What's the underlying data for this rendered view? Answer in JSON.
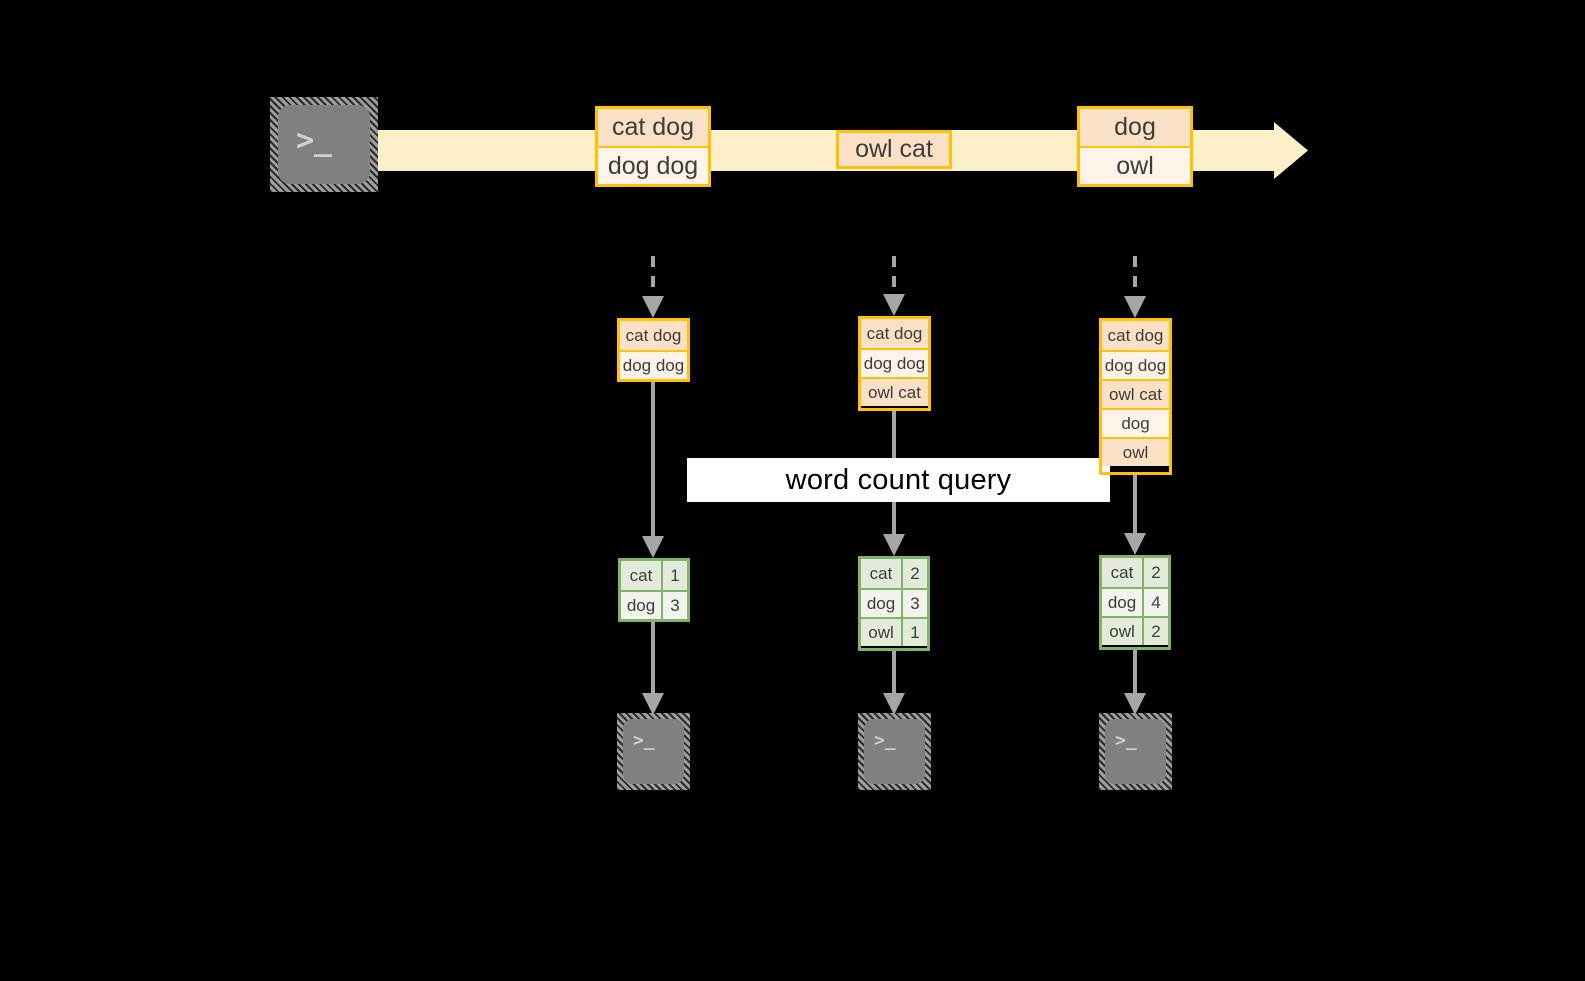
{
  "diagram": {
    "title": "word count query",
    "colors": {
      "background": "#000000",
      "stream_band": "#fdf0c9",
      "record_border": "#ffc107",
      "record_fill_dark": "#fae0c4",
      "record_fill_light": "#fdf3e8",
      "result_border": "#82b366",
      "result_fill_dark": "#e2ead9",
      "result_fill_light": "#f0f4ec",
      "connector": "#a6a6a6",
      "terminal_body": "#808080",
      "label_band": "#ffffff",
      "text": "#3d3d3d"
    },
    "source_terminal": {
      "glyph": ">_",
      "name": "source-terminal"
    },
    "stream": {
      "groups": [
        {
          "rows": [
            "cat dog",
            "dog dog"
          ]
        },
        {
          "rows": [
            "owl cat"
          ]
        },
        {
          "rows": [
            "dog",
            "owl"
          ]
        }
      ]
    },
    "columns": [
      {
        "accumulated": [
          "cat dog",
          "dog dog"
        ],
        "result": {
          "rows": [
            {
              "word": "cat",
              "count": "1"
            },
            {
              "word": "dog",
              "count": "3"
            }
          ]
        },
        "sink_terminal": {
          "glyph": ">_"
        }
      },
      {
        "accumulated": [
          "cat dog",
          "dog dog",
          "owl cat"
        ],
        "result": {
          "rows": [
            {
              "word": "cat",
              "count": "2"
            },
            {
              "word": "dog",
              "count": "3"
            },
            {
              "word": "owl",
              "count": "1"
            }
          ]
        },
        "sink_terminal": {
          "glyph": ">_"
        }
      },
      {
        "accumulated": [
          "cat dog",
          "dog dog",
          "owl cat",
          "dog",
          "owl"
        ],
        "result": {
          "rows": [
            {
              "word": "cat",
              "count": "2"
            },
            {
              "word": "dog",
              "count": "4"
            },
            {
              "word": "owl",
              "count": "2"
            }
          ]
        },
        "sink_terminal": {
          "glyph": ">_"
        }
      }
    ]
  }
}
